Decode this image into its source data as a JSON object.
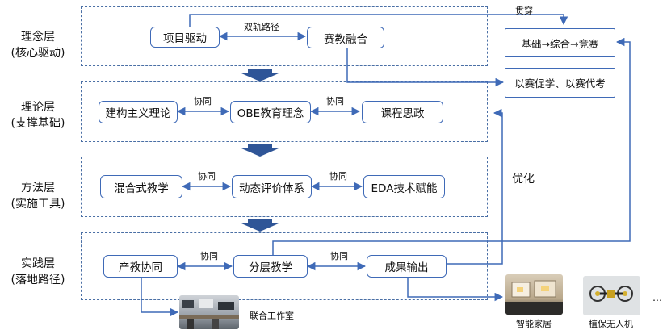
{
  "layers": [
    {
      "label_line1": "理念层",
      "label_line2": "(核心驱动)"
    },
    {
      "label_line1": "理论层",
      "label_line2": "(支撑基础)"
    },
    {
      "label_line1": "方法层",
      "label_line2": "(实施工具)"
    },
    {
      "label_line1": "实践层",
      "label_line2": "(落地路径)"
    }
  ],
  "nodes": {
    "project_driven": "项目驱动",
    "competition_integration": "赛教融合",
    "constructivism": "建构主义理论",
    "obe": "OBE教育理念",
    "ideological": "课程思政",
    "blended": "混合式教学",
    "dynamic_eval": "动态评价体系",
    "eda": "EDA技术赋能",
    "industry_edu": "产教协同",
    "tiered": "分层教学",
    "output": "成果输出",
    "pipeline": "基础→综合→竞赛",
    "promote": "以赛促学、以赛代考"
  },
  "edge_labels": {
    "dual_track": "双轨路径",
    "through": "贯穿",
    "collab": "协同",
    "optimize": "优化"
  },
  "photos": {
    "studio": "联合工作室",
    "smart_home": "智能家居",
    "drone": "植保无人机"
  },
  "colors": {
    "node_border": "#3f6ab7",
    "arrow_fill": "#2f5597",
    "dashed_border": "#4a6fa5"
  }
}
